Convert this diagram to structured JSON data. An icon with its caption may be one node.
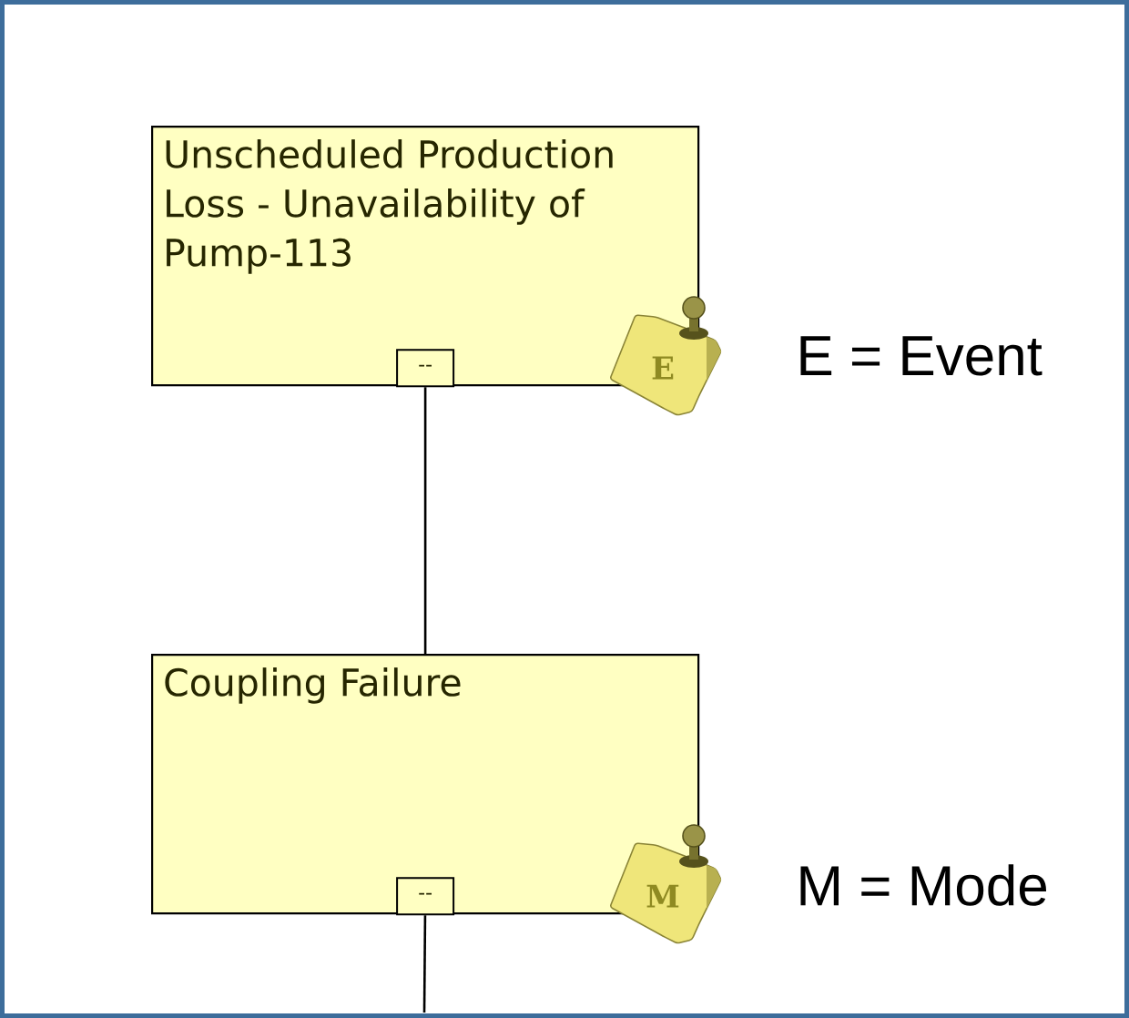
{
  "diagram": {
    "nodes": [
      {
        "text": [
          "Unscheduled Production Loss - Unavailability of Pump-113"
        ]
      },
      {
        "text": [
          "--"
        ],
        "in": 0
      },
      {
        "text": [
          "E"
        ],
        "beside": [
          "E = Event"
        ]
      },
      {
        "text": [
          "Coupling Failure"
        ]
      },
      {
        "text": [
          "--"
        ],
        "in": 3
      },
      {
        "text": [
          "M"
        ],
        "beside": [
          "M = Mode"
        ]
      }
    ],
    "edges": [
      {
        "from": 1,
        "to": 3,
        "arrow": "none"
      },
      {
        "from": 4,
        "to": null,
        "arrow": "none"
      }
    ]
  }
}
